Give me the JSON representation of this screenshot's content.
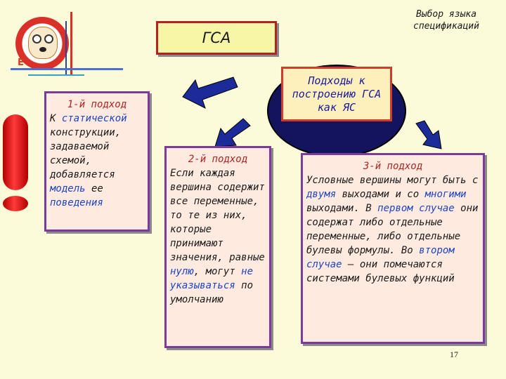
{
  "logo": {
    "letter": "E"
  },
  "title": "ГСА",
  "lang_choice": "Выбор языка спецификаций",
  "approaches_title": "Подходы к построению ГСА как ЯС",
  "box1": {
    "heading": "1-й подход",
    "p1": "К ",
    "h1": "статической",
    "p2": " конструкции, задаваемой схемой, добавляется ",
    "h2": "модель",
    "p3": " ее ",
    "h3": "поведения"
  },
  "box2": {
    "heading": "2-й подход",
    "p1": "Если каждая вершина содержит все переменные, то те из них, которые принимают значения, равные ",
    "h1": "нулю",
    "p2": ", могут ",
    "h2": "не указываться",
    "p3": " по умолчанию"
  },
  "box3": {
    "heading": "3-й подход",
    "p1": "Условные вершины могут быть с ",
    "h1": "двумя",
    "p2": " выходами и со ",
    "h2": "многими",
    "p3": " выходами. В ",
    "h3": "первом случае",
    "p4": " они содержат либо отдельные переменные, либо отдельные булевы формулы. Во ",
    "h4": "втором случае",
    "p5": " – они помечаются системами булевых функций"
  },
  "page_number": "17",
  "colors": {
    "box_border": "#7a3b9a",
    "highlight": "#1d43c8",
    "heading": "#b22222",
    "ellipse": "#14145e"
  }
}
